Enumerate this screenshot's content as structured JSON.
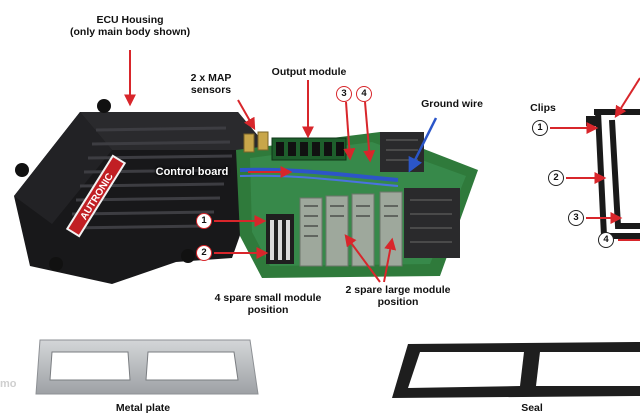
{
  "labels": {
    "ecu_housing": "ECU Housing",
    "ecu_housing_note": "(only main body shown)",
    "map_sensors_1": "2 x MAP",
    "map_sensors_2": "sensors",
    "output_module": "Output module",
    "ground_wire": "Ground wire",
    "control_board": "Control board",
    "clips": "Clips",
    "small_module_1": "4 spare small module",
    "small_module_2": "position",
    "large_module_1": "2 spare large module",
    "large_module_2": "position",
    "metal_plate": "Metal plate",
    "seal": "Seal",
    "brand_logo": "AUTRONIC",
    "watermark": "mo"
  },
  "callouts": {
    "board_1": "1",
    "board_2": "2",
    "top_3": "3",
    "top_4": "4",
    "clip_1": "1",
    "clip_2": "2",
    "clip_3": "3",
    "clip_4": "4"
  },
  "colors": {
    "callout_arrow": "#d8262b",
    "ground_wire_arrow": "#2b56c9",
    "housing": "#1c1c1e",
    "pcb": "#2f7a3b",
    "metal_plate": "#b9bbbe",
    "seal": "#1e1e1e"
  }
}
